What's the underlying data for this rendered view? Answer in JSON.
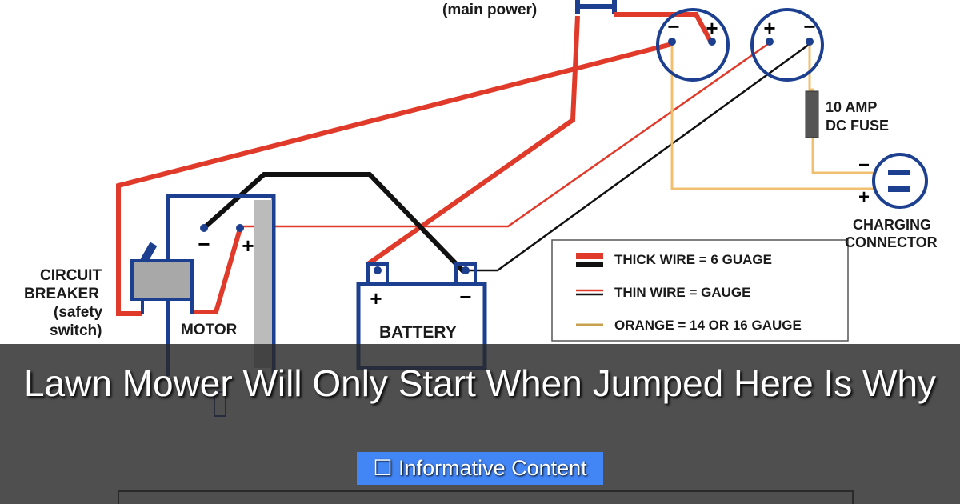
{
  "diagram": {
    "main_power": "(main power)",
    "fuse": "10 AMP\nDC FUSE",
    "fuse_line1": "10 AMP",
    "fuse_line2": "DC FUSE",
    "charging_line1": "CHARGING",
    "charging_line2": "CONNECTOR",
    "breaker_line1": "CIRCUIT",
    "breaker_line2": "BREAKER",
    "breaker_line3": "(safety",
    "breaker_line4": "switch)",
    "motor": "MOTOR",
    "battery": "BATTERY",
    "legend": {
      "thick": "THICK WIRE = 6 GUAGE",
      "thin": "THIN WIRE = GAUGE",
      "orange": "ORANGE = 14 OR 16 GAUGE"
    },
    "colors": {
      "red": "#e03a2a",
      "black": "#111111",
      "blue": "#1c3f8f",
      "orange": "#f0c070"
    }
  },
  "title": "Lawn Mower Will Only Start When Jumped Here Is Why",
  "badge": {
    "icon": "square-icon",
    "glyph": "☐",
    "label": "Informative Content",
    "color": "#4285f4"
  }
}
